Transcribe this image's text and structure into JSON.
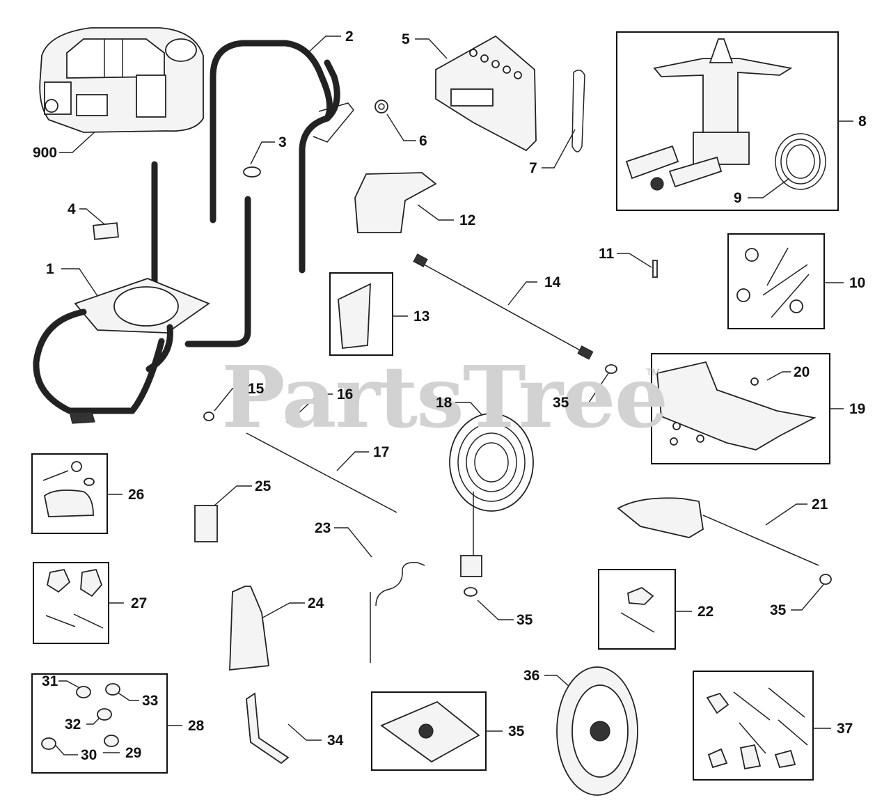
{
  "watermark": {
    "text": "PartsTree",
    "trademark": "TM"
  },
  "labels": [
    "900",
    "1",
    "2",
    "3",
    "4",
    "5",
    "6",
    "7",
    "8",
    "9",
    "10",
    "11",
    "12",
    "13",
    "14",
    "15",
    "16",
    "17",
    "18",
    "19",
    "20",
    "21",
    "22",
    "23",
    "24",
    "25",
    "26",
    "27",
    "28",
    "29",
    "30",
    "31",
    "32",
    "33",
    "34",
    "35",
    "36",
    "37"
  ],
  "icons": {
    "engine": "engine-icon",
    "frame": "frame-icon",
    "handle": "handle-icon",
    "pump": "pump-assembly-icon",
    "hose": "hose-reel-icon",
    "wheel": "wheel-icon",
    "gun": "spray-gun-icon",
    "wand": "wand-icon",
    "nozzles": "nozzle-tips-icon"
  }
}
